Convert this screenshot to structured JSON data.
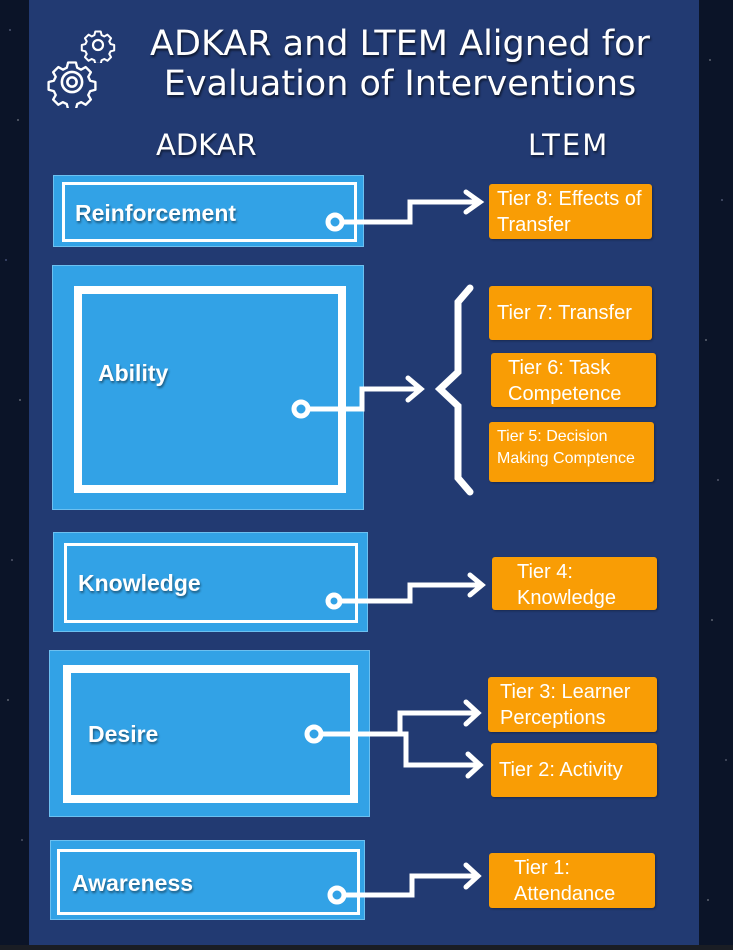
{
  "title": {
    "line1": "ADKAR and LTEM Aligned for",
    "line2": "Evaluation of Interventions"
  },
  "columns": {
    "left": "ADKAR",
    "right": "LTEM"
  },
  "icons": [
    "gear-small-icon",
    "gear-large-icon"
  ],
  "colors": {
    "panel": "#223a72",
    "adkar_box": "#32a2e6",
    "ltem_box": "#f99d05",
    "text": "#ffffff"
  },
  "adkar": [
    {
      "label": "Reinforcement",
      "maps_to": [
        "Tier 8: Effects of Transfer"
      ]
    },
    {
      "label": "Ability",
      "maps_to": [
        "Tier 7: Transfer",
        "Tier 6: Task Competence",
        "Tier 5: Decision Making Comptence"
      ]
    },
    {
      "label": "Knowledge",
      "maps_to": [
        "Tier 4: Knowledge"
      ]
    },
    {
      "label": "Desire",
      "maps_to": [
        "Tier 3: Learner Perceptions",
        "Tier 2: Activity"
      ]
    },
    {
      "label": "Awareness",
      "maps_to": [
        "Tier 1: Attendance"
      ]
    }
  ],
  "ltem": {
    "tier8": {
      "line1": "Tier 8: Effects of",
      "line2": "Transfer"
    },
    "tier7": {
      "line1": "Tier 7: Transfer"
    },
    "tier6": {
      "line1": "Tier 6: Task",
      "line2": "Competence"
    },
    "tier5": {
      "line1": "Tier 5: Decision",
      "line2": "Making Comptence"
    },
    "tier4": {
      "line1": "Tier 4:",
      "line2": "Knowledge"
    },
    "tier3": {
      "line1": "Tier 3: Learner",
      "line2": "Perceptions"
    },
    "tier2": {
      "line1": "Tier 2: Activity"
    },
    "tier1": {
      "line1": "Tier 1:",
      "line2": "Attendance"
    }
  }
}
